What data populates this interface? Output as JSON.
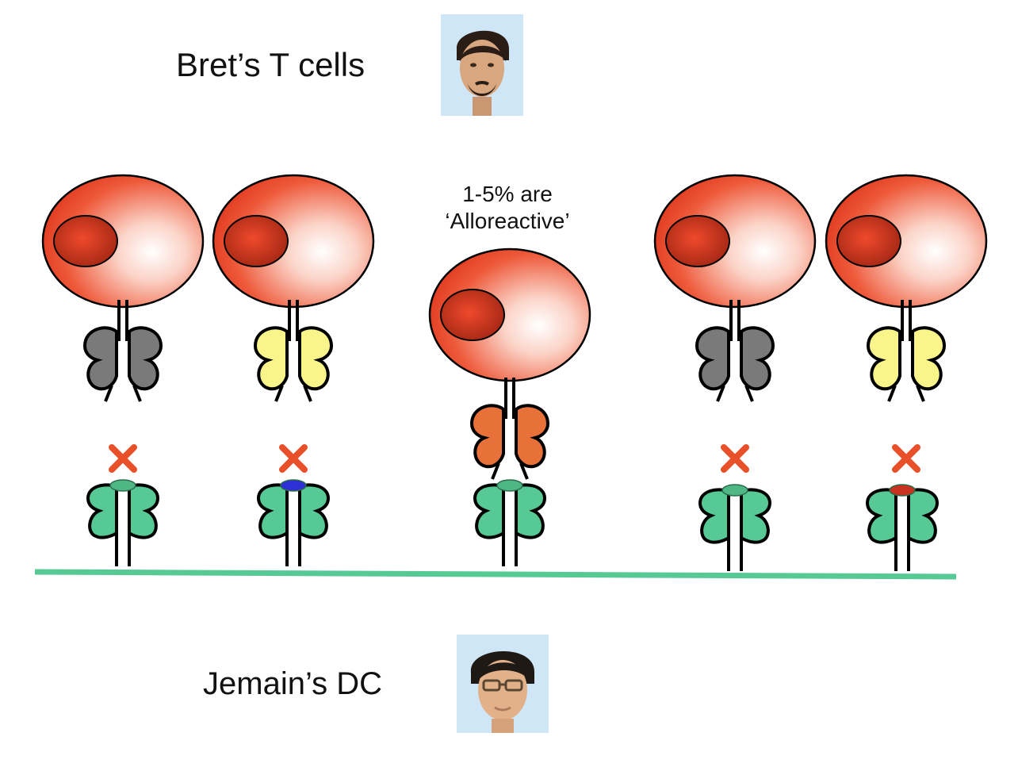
{
  "top_label": "Bret’s T cells",
  "bottom_label": "Jemain’s DC",
  "note_line1": "1-5% are",
  "note_line2": "‘Alloreactive’",
  "top_portrait_icon": "bearded-man-face-icon",
  "bottom_portrait_icon": "man-with-glasses-face-icon",
  "colors": {
    "t_cell": "#e8422a",
    "nucleus": "#c8321f",
    "mhc": "#57c995",
    "membrane": "#57c995",
    "no_binding_x": "#e8502a",
    "tcr_grey": "#7a7a7a",
    "tcr_yellow": "#f9f58a",
    "tcr_orange": "#e8713a",
    "peptide_green": "#4fb784",
    "peptide_blue": "#2f2fd6",
    "peptide_red": "#c8321f"
  },
  "pairs": [
    {
      "tcr": "grey",
      "peptide": "green",
      "binds": false
    },
    {
      "tcr": "yellow",
      "peptide": "blue",
      "binds": false
    },
    {
      "tcr": "orange",
      "peptide": "green",
      "binds": true
    },
    {
      "tcr": "grey",
      "peptide": "green",
      "binds": false
    },
    {
      "tcr": "yellow",
      "peptide": "red",
      "binds": false
    }
  ]
}
